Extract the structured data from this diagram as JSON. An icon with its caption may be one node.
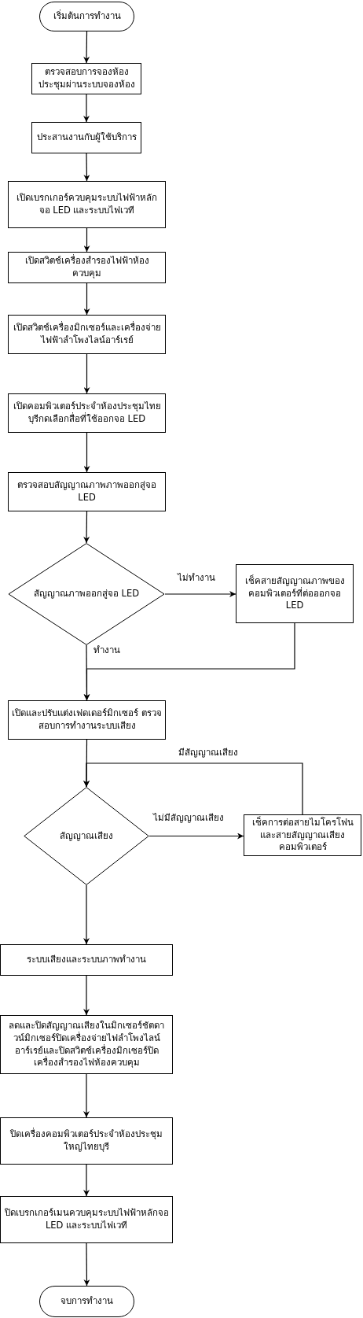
{
  "diagram": {
    "nodes": [
      {
        "text": [
          "เริ่มต้นการทำงาน"
        ]
      },
      {
        "text": [
          "ตรวจสอบการจองห้องประชุมผ่านระบบจองห้อง"
        ]
      },
      {
        "text": [
          "ประสานงานกับผู้ใช้บริการ"
        ]
      },
      {
        "text": [
          "เปิดเบรกเกอร์ควบคุมระบบไฟฟ้าหลักจอ LED และระบบไฟเวที"
        ]
      },
      {
        "text": [
          "เปิดสวิตช์เครื่องสำรองไฟฟ้าห้องควบคุม"
        ]
      },
      {
        "text": [
          "เปิดสวิตช์เครื่องมิกเซอร์และเครื่องจ่ายไฟฟ้าลำโพงไลน์อาร์เรย์"
        ]
      },
      {
        "text": [
          "เปิดคอมพิวเตอร์ประจำห้องประชุมไทยบุรีกดเลือกสื่อที่ใช้ออกจอ LED"
        ]
      },
      {
        "text": [
          "ตรวจสอบสัญญาณภาพภาพออกสู่จอ LED"
        ]
      },
      {
        "text": [
          "สัญญาณภาพออกสู่จอ LED"
        ]
      },
      {
        "text": [
          "เช็คสายสัญญาณภาพของคอมพิวเตอร์ที่ต่อออกจอ LED"
        ]
      },
      {
        "text": [
          "เปิดและปรับแต่งเฟดเดอร์มิกเซอร์ ตรวจสอบการทำงานระบบเสียง"
        ]
      },
      {
        "text": [
          "สัญญาณเสียง"
        ]
      },
      {
        "text": [
          "เช็คการต่อสายไมโครโฟนและสายสัญญาณเสียงคอมพิวเตอร์"
        ]
      },
      {
        "text": [
          "ระบบเสียงและระบบภาพทำงาน"
        ]
      },
      {
        "text": [
          "ลดและปิดสัญญาณเสียงในมิกเซอร์ชัตดาวน์มิกเซอร์ปิดเครื่องจ่ายไฟลำโพงไลน์อาร์เรย์และปิดสวิตช์เครื่องมิกเซอร์ปิดเครื่องสำรองไฟห้องควบคุม"
        ]
      },
      {
        "text": [
          "ปิดเครื่องคอมพิวเตอร์ประจำห้องประชุมใหญ่ไทยบุรี"
        ]
      },
      {
        "text": [
          "ปิดเบรกเกอร์เมนควบคุมระบบไฟฟ้าหลักจอ LED และระบบไฟเวที"
        ]
      },
      {
        "text": [
          "จบการทำงาน"
        ]
      }
    ],
    "edges": [
      {
        "from": 0,
        "to": 1,
        "arrow": "to"
      },
      {
        "from": 1,
        "to": 2,
        "arrow": "to"
      },
      {
        "from": 2,
        "to": 3,
        "arrow": "to"
      },
      {
        "from": 3,
        "to": 4,
        "arrow": "to"
      },
      {
        "from": 4,
        "to": 5,
        "arrow": "to"
      },
      {
        "from": 5,
        "to": 6,
        "arrow": "to"
      },
      {
        "from": 6,
        "to": 7,
        "arrow": "to"
      },
      {
        "from": 7,
        "to": 8,
        "arrow": "to"
      },
      {
        "from": 8,
        "to": 9,
        "arrow": "to",
        "label": "ไม่ทำงาน"
      },
      {
        "from": 8,
        "to": 10,
        "arrow": "to",
        "label": "ทำงาน"
      },
      {
        "from": 9,
        "to": 10,
        "arrow": "to"
      },
      {
        "from": 10,
        "to": 11,
        "arrow": "to"
      },
      {
        "from": 11,
        "to": 12,
        "arrow": "to",
        "label": "ไม่มีสัญญาณเสียง"
      },
      {
        "from": 12,
        "to": 11,
        "arrow": "to",
        "label": "มีสัญญาณเสียง"
      },
      {
        "from": 11,
        "to": 13,
        "arrow": "to"
      },
      {
        "from": 13,
        "to": 14,
        "arrow": "to"
      },
      {
        "from": 14,
        "to": 15,
        "arrow": "to"
      },
      {
        "from": 15,
        "to": 16,
        "arrow": "to"
      },
      {
        "from": 16,
        "to": 17,
        "arrow": "to"
      }
    ]
  }
}
